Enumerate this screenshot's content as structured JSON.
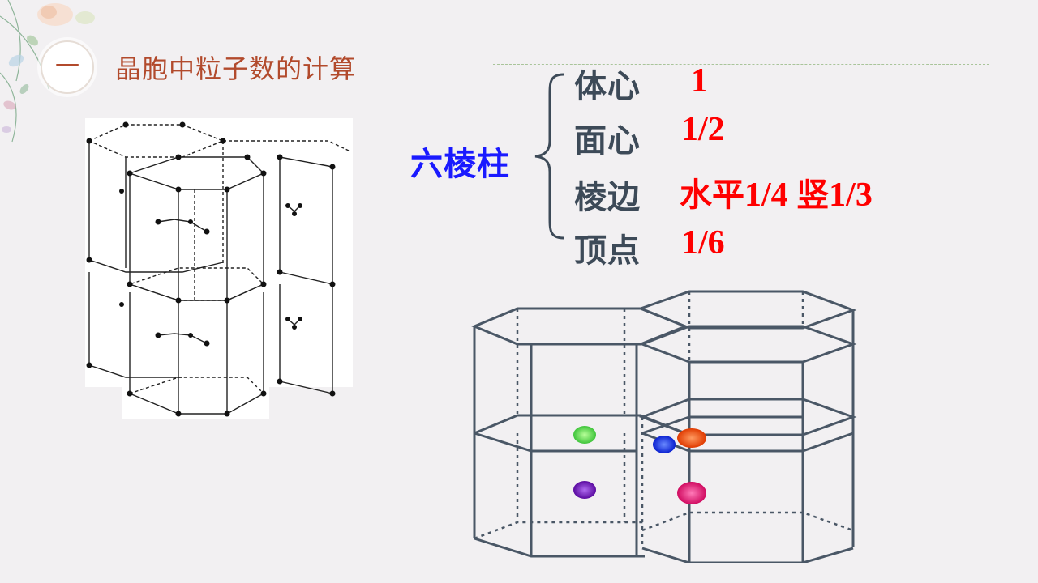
{
  "section": {
    "number": "一",
    "title": "晶胞中粒子数的计算"
  },
  "term": {
    "name": "六棱柱",
    "color": "#1a1aff"
  },
  "rows": [
    {
      "label": "体心",
      "value": "1"
    },
    {
      "label": "面心",
      "value": "1/2"
    },
    {
      "label": "棱边",
      "value_parts": [
        {
          "cjk": "水平",
          "num": "1/4"
        },
        {
          "cjk": "竖",
          "num": "1/3"
        }
      ]
    },
    {
      "label": "顶点",
      "value": "1/6"
    }
  ],
  "colors": {
    "title": "#b24a2c",
    "label": "#3d4a58",
    "value": "#ff0000",
    "prism_edge": "#4a5766",
    "dot_green": "#5ee84a",
    "dot_purple": "#7a1fc4",
    "dot_blue": "#1030ff",
    "dot_orange": "#ff5a10",
    "dot_pink": "#f0147a"
  },
  "images": [
    {
      "name": "hexagonal-lattice-figure",
      "icon": "lattice-diagram"
    },
    {
      "name": "hexagonal-prism-diagram",
      "icon": "hexagonal-prism"
    }
  ]
}
